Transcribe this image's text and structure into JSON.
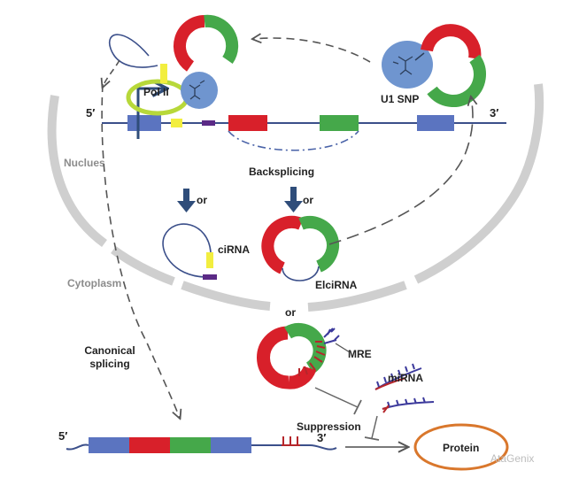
{
  "labels": {
    "five_prime_top": "5′",
    "three_prime_top": "3′",
    "pol2": "Pol II",
    "u1snp": "U1 SNP",
    "nucleus": "Nuclues",
    "backsplicing": "Backsplicing",
    "or_left": "or",
    "or_right": "or",
    "cirna": "ciRNA",
    "elcirna": "ElciRNA",
    "cytoplasm": "Cytoplasm",
    "or_center": "or",
    "mre": "MRE",
    "mirna": "miRNA",
    "canonical_line1": "Canonical",
    "canonical_line2": "splicing",
    "suppression": "Suppression",
    "five_prime_bottom": "5′",
    "three_prime_bottom": "3′",
    "protein": "Protein",
    "watermark": "AtaGenix"
  },
  "colors": {
    "exon_blue": "#5b74c0",
    "exon_red": "#d8202a",
    "exon_green": "#45a84a",
    "intron_yellow": "#f2ee3f",
    "intron_purple": "#5b2a86",
    "mirna_blue": "#3c3a9c",
    "mirna_red": "#b5262b",
    "protein_ring": "#d9772c",
    "snp_blue": "#6f95cf",
    "pol_green": "#b7d83a",
    "membrane_grey": "#cfcfcf",
    "dash_dark": "#555555",
    "arrow_navy": "#2f4d7a"
  }
}
